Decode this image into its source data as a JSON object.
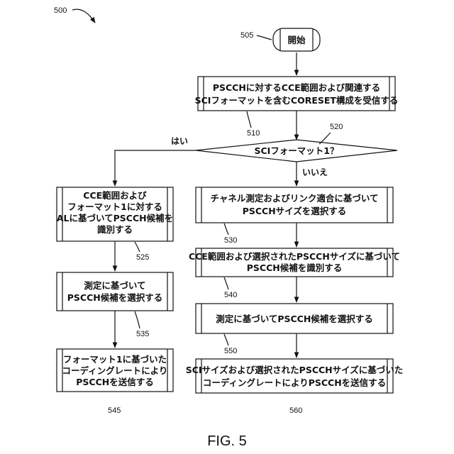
{
  "figure": {
    "number": "500",
    "caption": "FIG. 5"
  },
  "nodes": {
    "start": {
      "ref": "505",
      "lines": [
        "開始"
      ]
    },
    "receive": {
      "ref": "510",
      "lines": [
        "PSCCHに対するCCE範囲および関連する",
        "SCIフォーマットを含むCORESET構成を受信する"
      ]
    },
    "decision": {
      "ref": "520",
      "lines": [
        "SCIフォーマット1？"
      ]
    },
    "identify_al": {
      "ref": "525",
      "lines": [
        "CCE範囲および",
        "フォーマット1に対する",
        "ALに基づいてPSCCH候補を",
        "識別する"
      ]
    },
    "select_left": {
      "ref": "535",
      "lines": [
        "測定に基づいて",
        "PSCCH候補を選択する"
      ]
    },
    "transmit_left": {
      "ref": "545",
      "lines": [
        "フォーマット1に基づいた",
        "コーディングレートにより",
        "PSCCHを送信する"
      ]
    },
    "select_size": {
      "ref": "530",
      "lines": [
        "チャネル測定およびリンク適合に基づいて",
        "PSCCHサイズを選択する"
      ]
    },
    "identify_size": {
      "ref": "540",
      "lines": [
        "CCE範囲および選択されたPSCCHサイズに基づいて",
        "PSCCH候補を識別する"
      ]
    },
    "select_right": {
      "ref": "550",
      "lines": [
        "測定に基づいてPSCCH候補を選択する"
      ]
    },
    "transmit_right": {
      "ref": "560",
      "lines": [
        "SCIサイズおよび選択されたPSCCHサイズに基づいた",
        "コーディングレートによりPSCCHを送信する"
      ]
    }
  },
  "edges": {
    "yes_label": "はい",
    "no_label": "いいえ"
  }
}
